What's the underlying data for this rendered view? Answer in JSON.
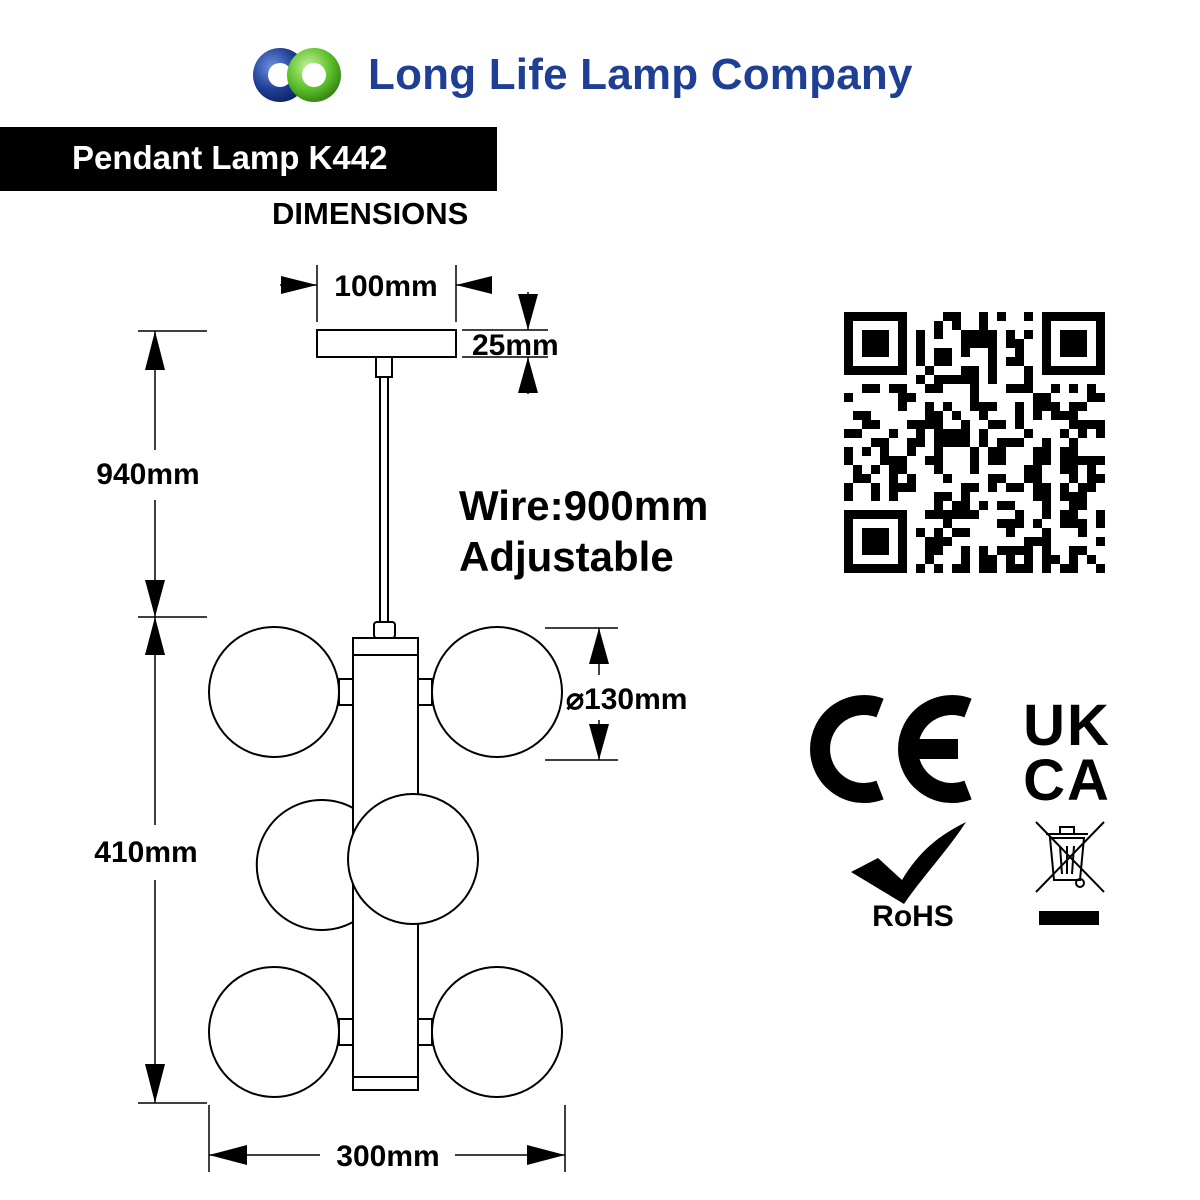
{
  "brand": {
    "name": "Long Life Lamp Company",
    "logo_icon": "interlocking-circles-logo",
    "colors": {
      "blue": "#1f3f94",
      "green": "#5bbf2a"
    }
  },
  "title": "Pendant Lamp K442",
  "subtitle": "DIMENSIONS",
  "dimensions": {
    "canopy_width": "100mm",
    "canopy_height": "25mm",
    "upper_height": "940mm",
    "body_height": "410mm",
    "total_width": "300mm",
    "globe_diameter": "⌀130mm"
  },
  "wire_note": {
    "line1": "Wire:900mm",
    "line2": "Adjustable"
  },
  "certifications": {
    "ce": "CE",
    "ukca_line1": "UK",
    "ukca_line2": "CA",
    "rohs": "RoHS",
    "weee_icon": "crossed-bin-icon",
    "qr_icon": "qr-code-icon"
  }
}
